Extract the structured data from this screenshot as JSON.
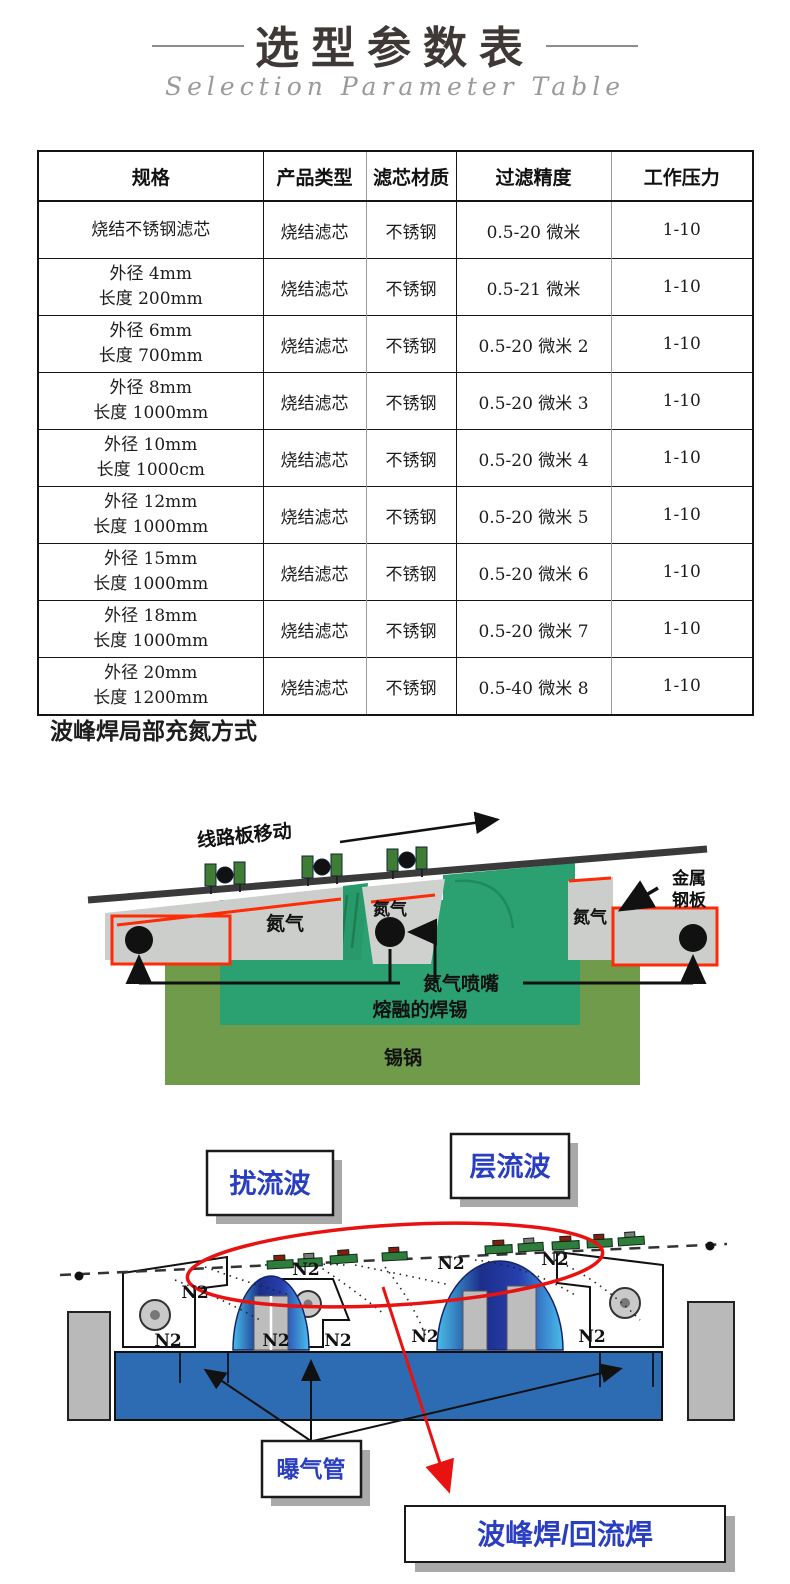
{
  "header": {
    "title": "选型参数表",
    "subtitle": "Selection Parameter Table"
  },
  "table": {
    "headers": [
      "规格",
      "产品类型",
      "滤芯材质",
      "过滤精度",
      "工作压力"
    ],
    "rows": [
      {
        "spec": [
          "烧结不锈钢滤芯"
        ],
        "type": "烧结滤芯",
        "material": "不锈钢",
        "precision": "0.5-20 微米",
        "pressure": "1-10"
      },
      {
        "spec": [
          "外径 4mm",
          "长度 200mm"
        ],
        "type": "烧结滤芯",
        "material": "不锈钢",
        "precision": "0.5-21 微米",
        "pressure": "1-10"
      },
      {
        "spec": [
          "外径 6mm",
          "长度 700mm"
        ],
        "type": "烧结滤芯",
        "material": "不锈钢",
        "precision": "0.5-20 微米 2",
        "pressure": "1-10"
      },
      {
        "spec": [
          "外径 8mm",
          "长度 1000mm"
        ],
        "type": "烧结滤芯",
        "material": "不锈钢",
        "precision": "0.5-20 微米 3",
        "pressure": "1-10"
      },
      {
        "spec": [
          "外径 10mm",
          "长度 1000cm"
        ],
        "type": "烧结滤芯",
        "material": "不锈钢",
        "precision": "0.5-20 微米 4",
        "pressure": "1-10"
      },
      {
        "spec": [
          "外径 12mm",
          "长度 1000mm"
        ],
        "type": "烧结滤芯",
        "material": "不锈钢",
        "precision": "0.5-20 微米 5",
        "pressure": "1-10"
      },
      {
        "spec": [
          "外径 15mm",
          "长度 1000mm"
        ],
        "type": "烧结滤芯",
        "material": "不锈钢",
        "precision": "0.5-20 微米 6",
        "pressure": "1-10"
      },
      {
        "spec": [
          "外径 18mm",
          "长度 1000mm"
        ],
        "type": "烧结滤芯",
        "material": "不锈钢",
        "precision": "0.5-20 微米 7",
        "pressure": "1-10"
      },
      {
        "spec": [
          "外径 20mm",
          "长度 1200mm"
        ],
        "type": "烧结滤芯",
        "material": "不锈钢",
        "precision": "0.5-40 微米 8",
        "pressure": "1-10"
      }
    ]
  },
  "section_heading": "波峰焊局部充氮方式",
  "diagram1": {
    "pcb_move": "线路板移动",
    "nitrogen": "氮气",
    "metal_plate_line1": "金属",
    "metal_plate_line2": "钢板",
    "nozzle_label": "氮气喷嘴",
    "molten_solder": "熔融的焊锡",
    "tin_pot": "锡锅"
  },
  "diagram2": {
    "turbulent_wave": "扰流波",
    "laminar_wave": "层流波",
    "n2": "N2",
    "aeration_pipe": "曝气管",
    "wave_reflow": "波峰焊/回流焊"
  },
  "colors": {
    "accent_red": "#e81210",
    "solder_teal": "#2ba172",
    "pot_olive": "#6f9b4a",
    "pool_blue": "#2d6cb2",
    "label_blue": "#2a3ec0",
    "plate_gray": "#cccecb"
  }
}
